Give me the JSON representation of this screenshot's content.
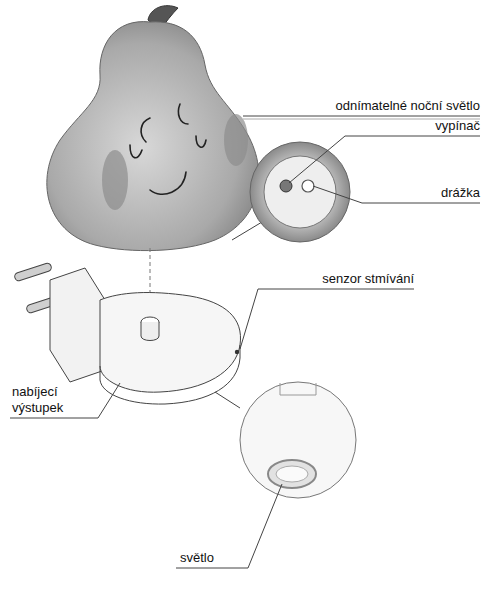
{
  "diagram": {
    "labels": [
      "odnímatelné noční světlo",
      "vypínač",
      "drážka",
      "senzor stmívání",
      "nabíjecí výstupek",
      "světlo"
    ]
  }
}
